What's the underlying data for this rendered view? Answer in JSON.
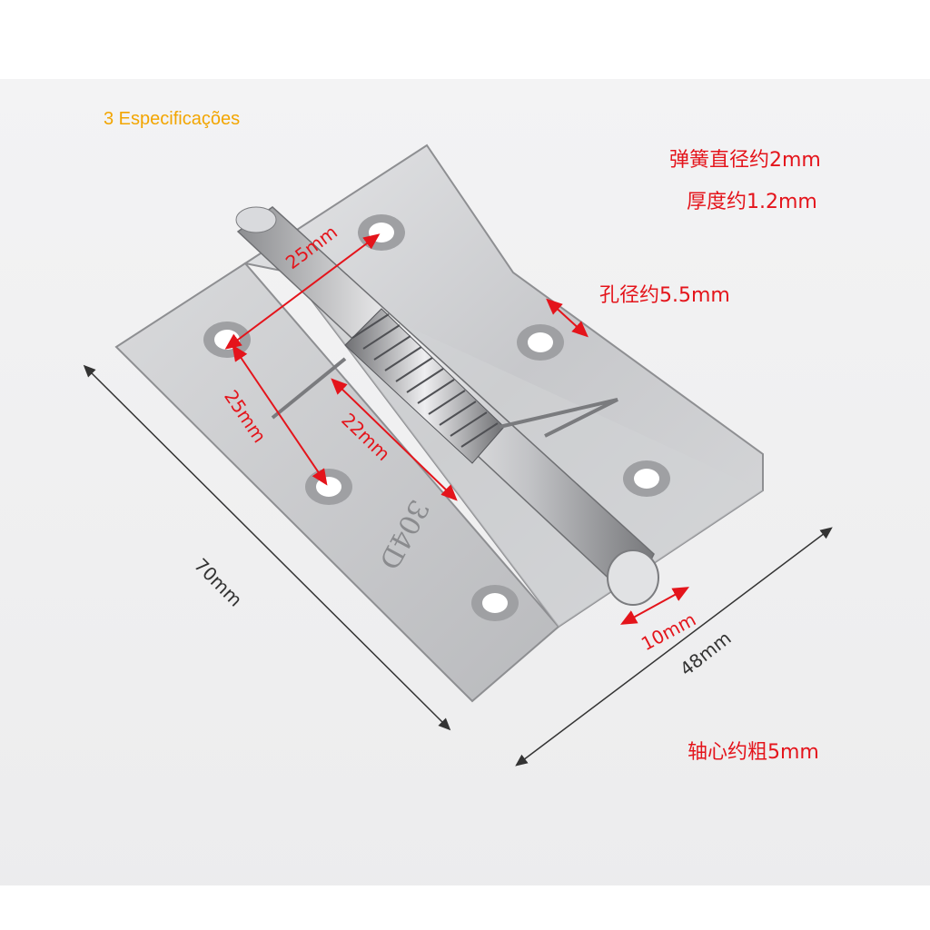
{
  "spec_title": "3 Especificações",
  "annotations": {
    "spring_diameter": "弹簧直径约2mm",
    "thickness": "厚度约1.2mm",
    "hole_diameter": "孔径约5.5mm",
    "shaft_thickness": "轴心约粗5mm"
  },
  "dimensions": {
    "length": "70mm",
    "width": "48mm",
    "hole_spacing_top": "25mm",
    "hole_spacing_side": "25mm",
    "spring_offset": "22mm",
    "knuckle": "10mm"
  },
  "stamp": "304D",
  "colors": {
    "annotation_red": "#e4141b",
    "spec_orange": "#f2a500",
    "steel": "#c9cacc"
  }
}
